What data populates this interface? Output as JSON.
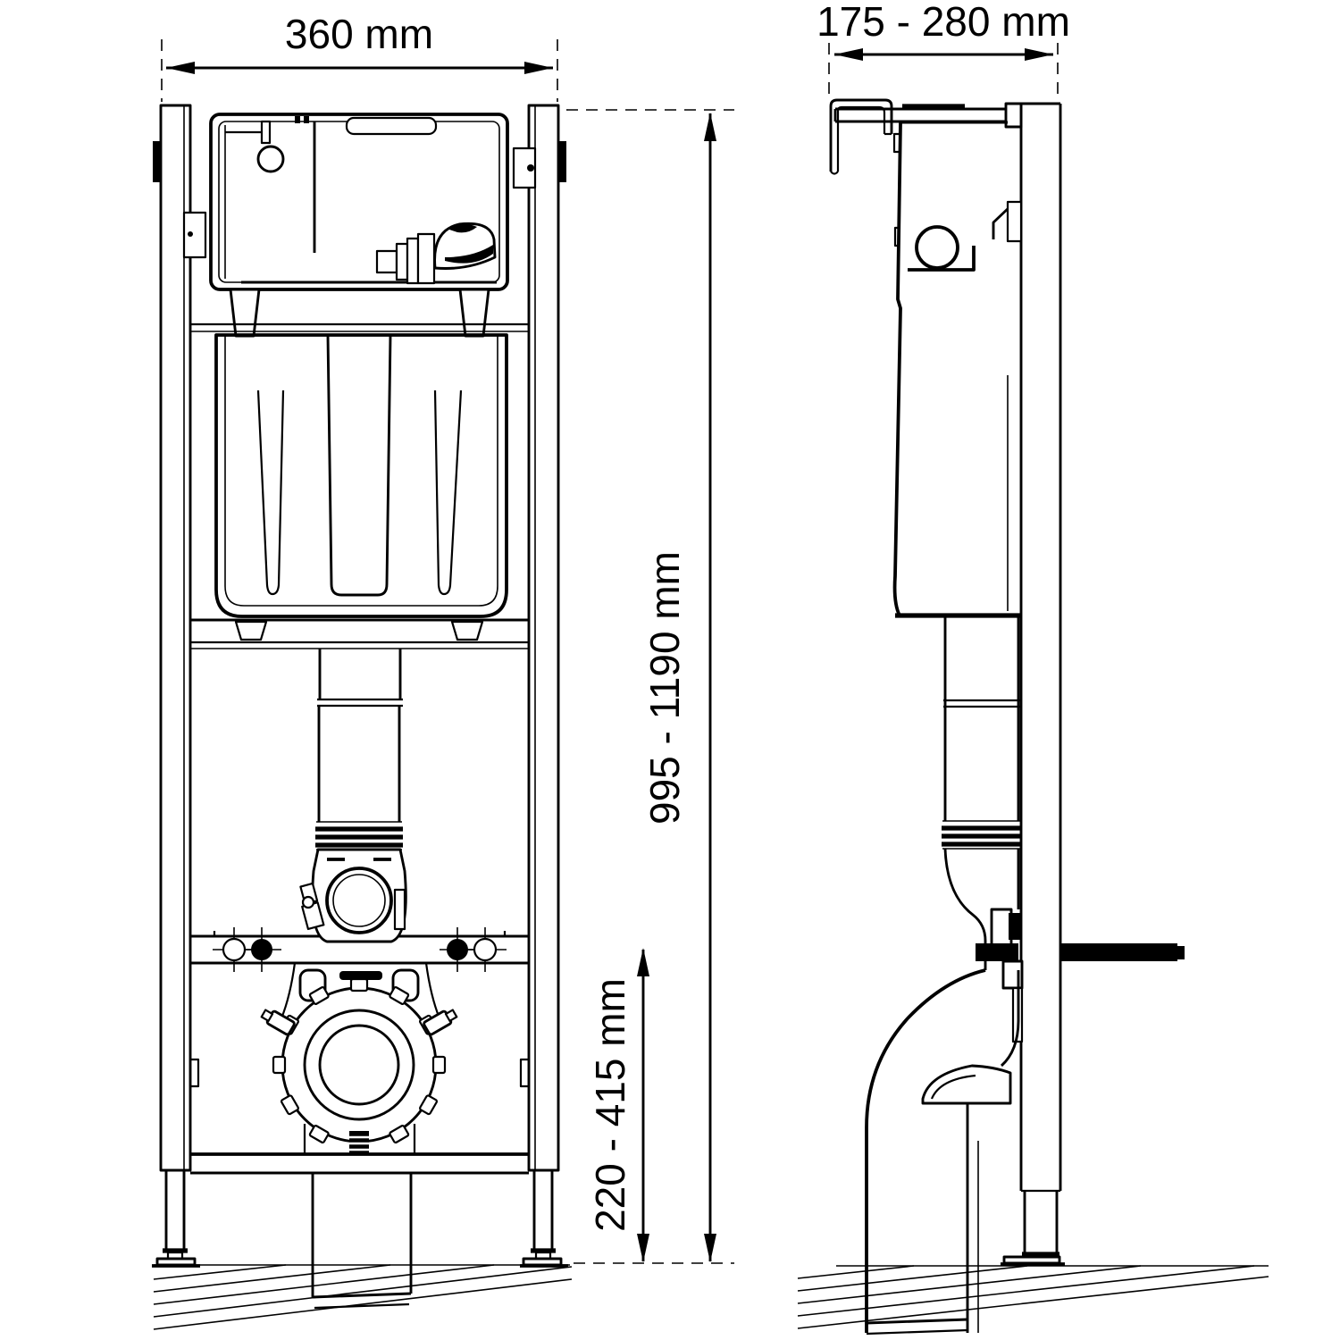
{
  "drawing": {
    "background_color": "#ffffff",
    "line_color": "#000000",
    "dimensions": {
      "frame_width": {
        "label": "360 mm"
      },
      "install_depth": {
        "label": "175 - 280 mm"
      },
      "frame_height": {
        "label": "995 - 1190 mm"
      },
      "outlet_height": {
        "label": "220 - 415 mm"
      }
    }
  }
}
